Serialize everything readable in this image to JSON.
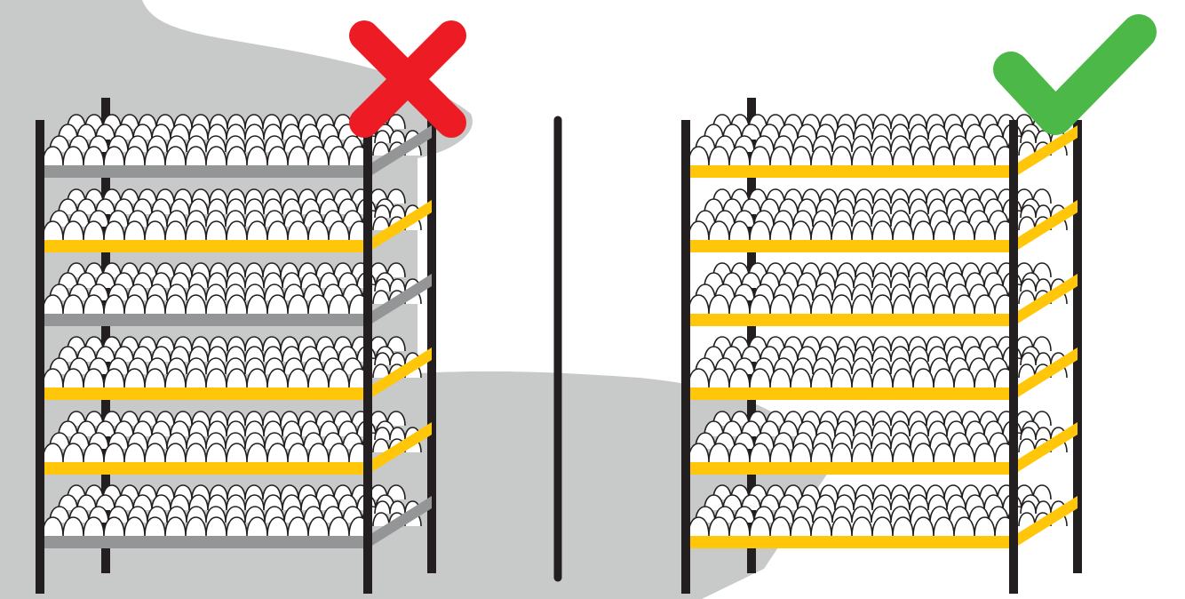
{
  "comparison": {
    "left": {
      "verdict": "incorrect",
      "verdict_icon": "cross-icon",
      "verdict_color": "#ed1c24",
      "trays": [
        "gray",
        "yellow",
        "gray",
        "yellow",
        "yellow",
        "gray"
      ]
    },
    "right": {
      "verdict": "correct",
      "verdict_icon": "check-icon",
      "verdict_color": "#4bb848",
      "trays": [
        "yellow",
        "yellow",
        "yellow",
        "yellow",
        "yellow",
        "yellow"
      ]
    }
  },
  "colors": {
    "tray_yellow": "#ffc60a",
    "tray_gray": "#939597",
    "post": "#231f20",
    "shadow": "#c8cac9",
    "egg_fill": "#ffffff",
    "egg_stroke": "#231f20"
  }
}
